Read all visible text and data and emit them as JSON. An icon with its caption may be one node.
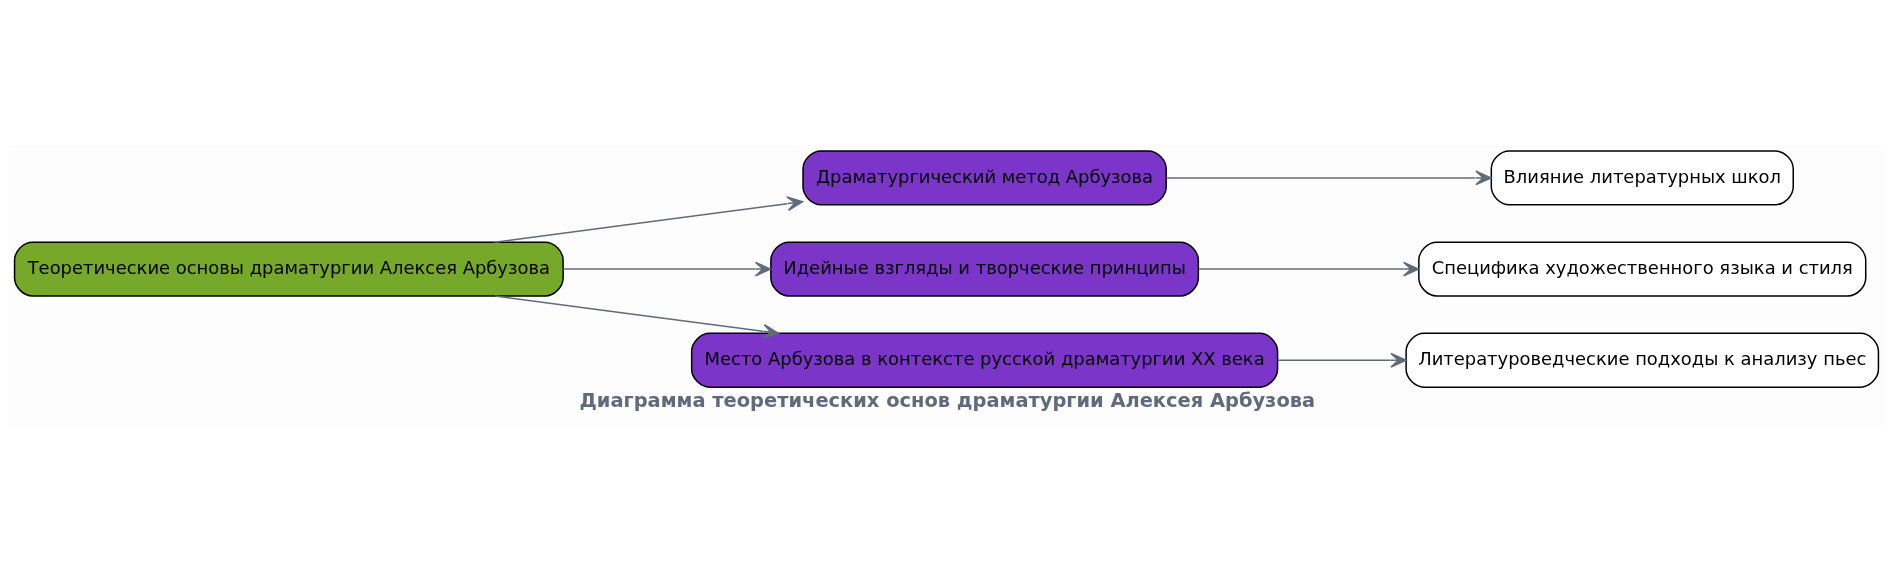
{
  "diagram": {
    "title": "Диаграмма теоретических основ драматургии Алексея Арбузова",
    "nodes": [
      {
        "text": [
          "Теоретические основы драматургии Алексея Арбузова"
        ]
      },
      {
        "text": [
          "Драматургический метод Арбузова"
        ]
      },
      {
        "text": [
          "Идейные взгляды и творческие принципы"
        ]
      },
      {
        "text": [
          "Место Арбузова в контексте русской драматургии XX века"
        ]
      },
      {
        "text": [
          "Влияние литературных школ"
        ]
      },
      {
        "text": [
          "Специфика художественного языка и стиля"
        ]
      },
      {
        "text": [
          "Литературоведческие подходы к анализу пьес"
        ]
      }
    ],
    "edges": [
      {
        "from": 0,
        "to": 1,
        "arrow": "to"
      },
      {
        "from": 0,
        "to": 2,
        "arrow": "to"
      },
      {
        "from": 0,
        "to": 3,
        "arrow": "to"
      },
      {
        "from": 1,
        "to": 4,
        "arrow": "to"
      },
      {
        "from": 2,
        "to": 5,
        "arrow": "to"
      },
      {
        "from": 3,
        "to": 6,
        "arrow": "to"
      }
    ]
  }
}
